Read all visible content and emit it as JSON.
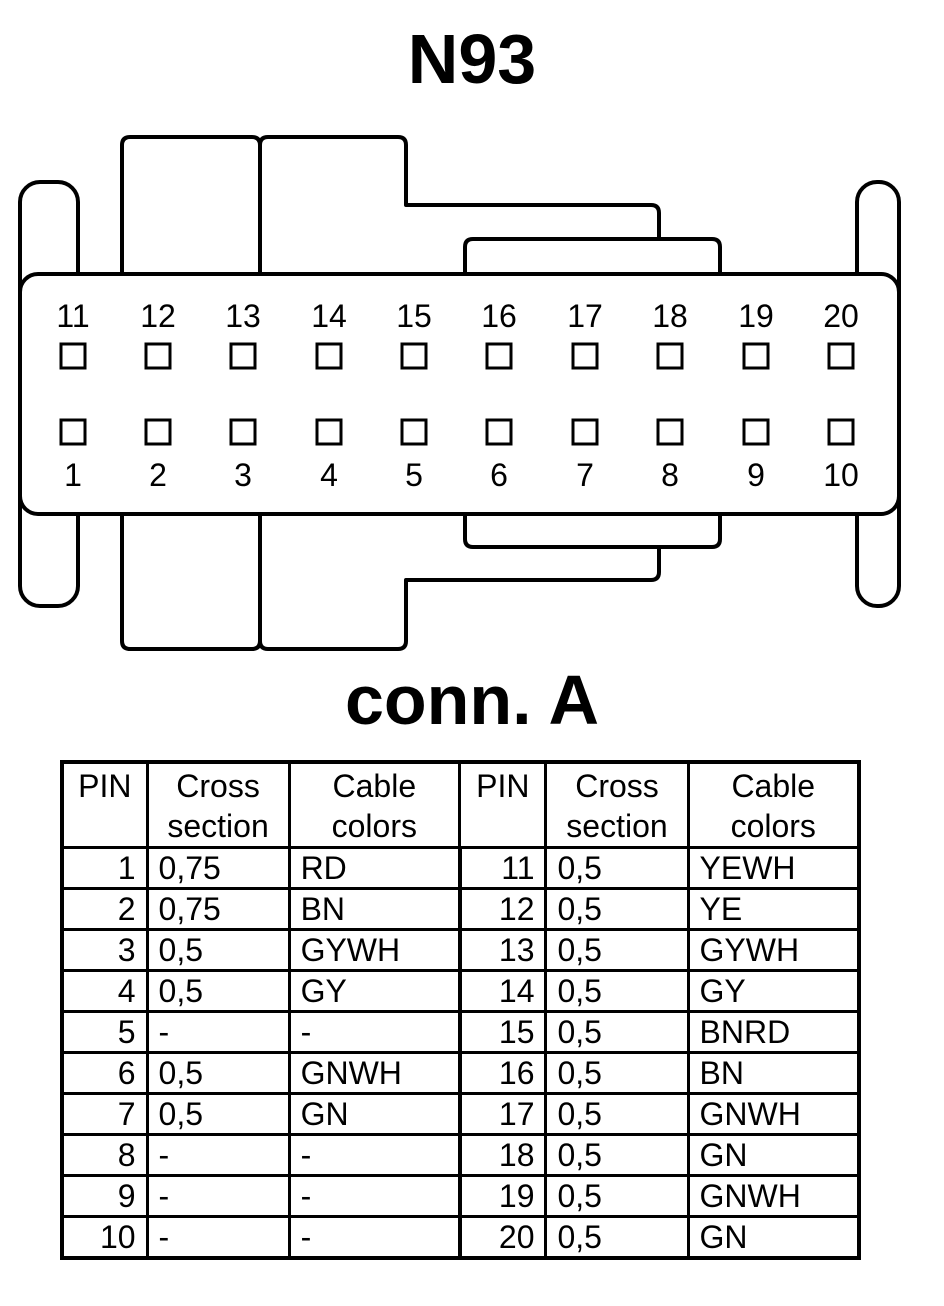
{
  "title": "N93",
  "subtitle": "conn. A",
  "connector": {
    "top_row": [
      "11",
      "12",
      "13",
      "14",
      "15",
      "16",
      "17",
      "18",
      "19",
      "20"
    ],
    "bottom_row": [
      "1",
      "2",
      "3",
      "4",
      "5",
      "6",
      "7",
      "8",
      "9",
      "10"
    ]
  },
  "table": {
    "headers": [
      "PIN",
      "Cross\nsection",
      "Cable\ncolors",
      "PIN",
      "Cross\nsection",
      "Cable\ncolors"
    ],
    "rows": [
      [
        "1",
        "0,75",
        "RD",
        "11",
        "0,5",
        "YEWH"
      ],
      [
        "2",
        "0,75",
        "BN",
        "12",
        "0,5",
        "YE"
      ],
      [
        "3",
        "0,5",
        "GYWH",
        "13",
        "0,5",
        "GYWH"
      ],
      [
        "4",
        "0,5",
        "GY",
        "14",
        "0,5",
        "GY"
      ],
      [
        "5",
        "-",
        "-",
        "15",
        "0,5",
        "BNRD"
      ],
      [
        "6",
        "0,5",
        "GNWH",
        "16",
        "0,5",
        "BN"
      ],
      [
        "7",
        "0,5",
        "GN",
        "17",
        "0,5",
        "GNWH"
      ],
      [
        "8",
        "-",
        "-",
        "18",
        "0,5",
        "GN"
      ],
      [
        "9",
        "-",
        "-",
        "19",
        "0,5",
        "GNWH"
      ],
      [
        "10",
        "-",
        "-",
        "20",
        "0,5",
        "GN"
      ]
    ]
  }
}
